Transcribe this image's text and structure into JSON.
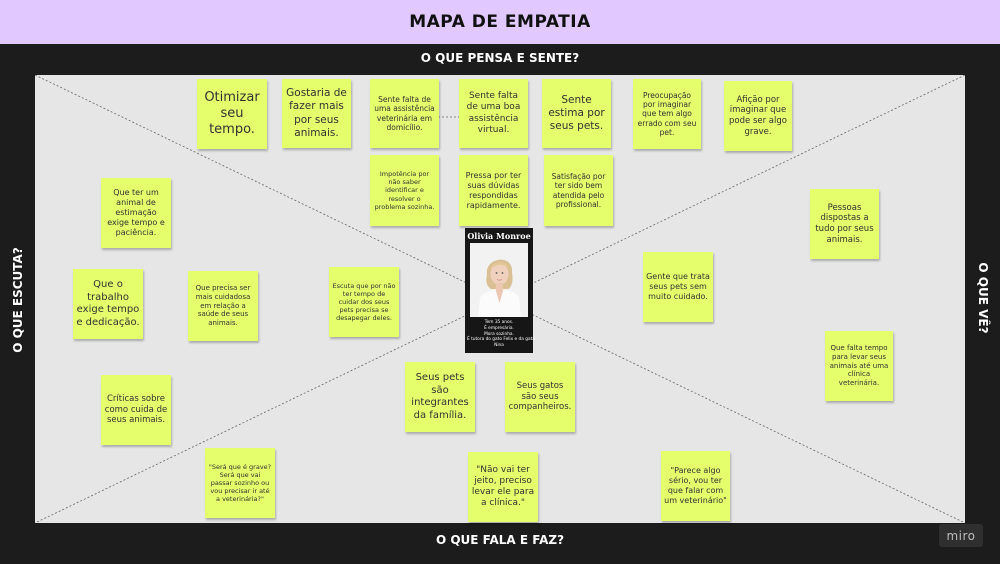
{
  "title": "MAPA DE EMPATIA",
  "sections": {
    "top": "O QUE PENSA E SENTE?",
    "bottom": "O QUE FALA E FAZ?",
    "left": "O QUE ESCUTA?",
    "right": "O QUE VÊ?"
  },
  "persona": {
    "name": "Olivia Monroe",
    "description": [
      "Tem 35 anos.",
      "É empresária.",
      "Mora sozinha.",
      "É tutora do gato Felix e da gata",
      "Nina"
    ]
  },
  "notes": {
    "think_feel": [
      "Otimizar seu tempo.",
      "Gostaria de fazer mais por seus animais.",
      "Sente falta de uma assistência veterinária em domicílio.",
      "Sente falta de uma boa assistência virtual.",
      "Sente estima por seus pets.",
      "Preocupação por imaginar que tem algo errado com seu pet.",
      "Afição por imaginar que pode ser algo grave.",
      "Impotência por não saber identificar e resolver o problema sozinha.",
      "Pressa por ter suas dúvidas respondidas rapidamente.",
      "Satisfação por ter sido bem atendida pelo profissional."
    ],
    "hear": [
      "Que ter um animal de estimação exige tempo e paciência.",
      "Que o trabalho exige tempo e dedicação.",
      "Que precisa ser mais cuidadosa em relação a saúde de seus animais.",
      "Escuta que por não ter tempo de cuidar dos seus pets precisa se desapegar deles.",
      "Críticas sobre como cuida de seus animais."
    ],
    "see": [
      "Pessoas dispostas a tudo por seus animais.",
      "Gente que trata seus pets sem muito cuidado.",
      "Que falta tempo para levar seus animais até uma clínica veterinária."
    ],
    "center": [
      "Seus pets são integrantes da família.",
      "Seus gatos são seus companheiros."
    ],
    "say_do": [
      "\"Será que é grave? Será que vai passar sozinho ou vou precisar ir até a veterinária?\"",
      "\"Não vai ter jeito, preciso levar ele para a clínica.\"",
      "\"Parece algo sério, vou ter que falar com um veterinário\""
    ]
  },
  "branding": "miro",
  "colors": {
    "title_bar": "#e1c9ff",
    "frame": "#1c1c1c",
    "canvas": "#e6e6e6",
    "sticky_note": "#e4ff6b"
  }
}
